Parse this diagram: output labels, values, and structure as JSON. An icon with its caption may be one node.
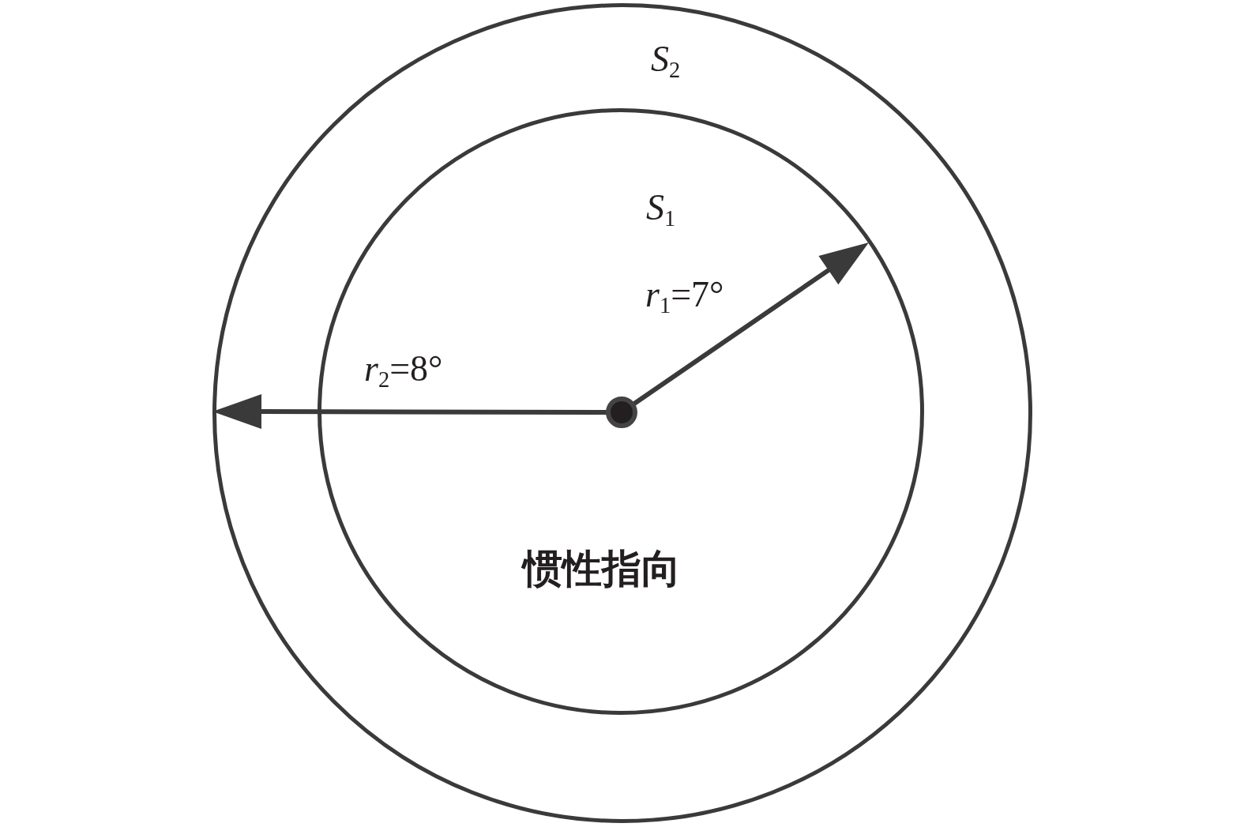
{
  "diagram": {
    "nodes": [
      {
        "text": [
          "*S*$_{2}$"
        ]
      },
      {
        "text": [
          "*S*$_{1}$",
          "惯性指向"
        ],
        "in": 0
      }
    ],
    "labels": [
      "*r*$_{1}$=7°",
      "*r*$_{2}$=8°"
    ]
  }
}
